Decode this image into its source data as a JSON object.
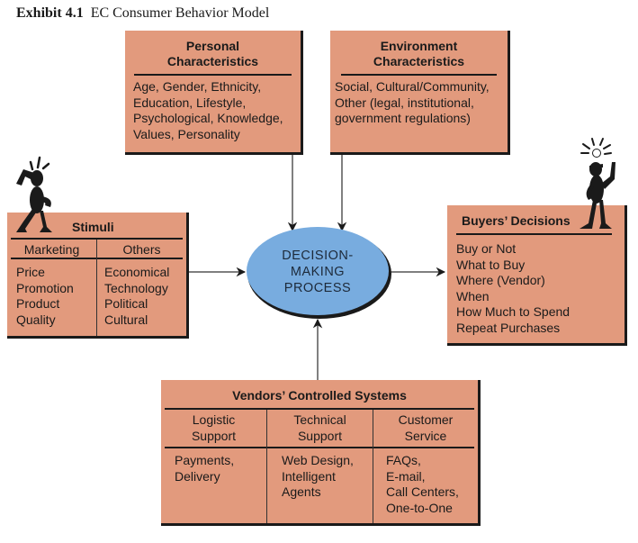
{
  "exhibit": {
    "label": "Exhibit 4.1",
    "title": "EC Consumer Behavior Model"
  },
  "personal": {
    "title_line1": "Personal",
    "title_line2": "Characteristics",
    "lines": [
      "Age, Gender, Ethnicity,",
      "Education, Lifestyle,",
      "Psychological, Knowledge,",
      "Values, Personality"
    ]
  },
  "environment": {
    "title_line1": "Environment",
    "title_line2": "Characteristics",
    "lines": [
      "Social, Cultural/Community,",
      "Other (legal, institutional,",
      "government regulations)"
    ]
  },
  "stimuli": {
    "title": "Stimuli",
    "columns": [
      {
        "header": "Marketing",
        "items": [
          "Price",
          "Promotion",
          "Product",
          "Quality"
        ]
      },
      {
        "header": "Others",
        "items": [
          "Economical",
          "Technology",
          "Political",
          "Cultural"
        ]
      }
    ]
  },
  "process": {
    "lines": [
      "DECISION-",
      "MAKING",
      "PROCESS"
    ]
  },
  "buyers": {
    "title": "Buyers’ Decisions",
    "items": [
      "Buy or Not",
      "What to Buy",
      "Where (Vendor)",
      "When",
      "How Much to Spend",
      "Repeat Purchases"
    ]
  },
  "vendors": {
    "title": "Vendors’ Controlled Systems",
    "columns": [
      {
        "header_line1": "Logistic",
        "header_line2": "Support",
        "items": [
          "Payments,",
          "Delivery"
        ]
      },
      {
        "header_line1": "Technical",
        "header_line2": "Support",
        "items": [
          "Web Design,",
          "Intelligent",
          "Agents"
        ]
      },
      {
        "header_line1": "Customer",
        "header_line2": "Service",
        "items": [
          "FAQs,",
          "E-mail,",
          "Call Centers,",
          "One-to-One"
        ]
      }
    ]
  },
  "colors": {
    "box_fill": "#e29a7d",
    "ellipse_fill": "#78acdf",
    "arrow": "#555555"
  }
}
